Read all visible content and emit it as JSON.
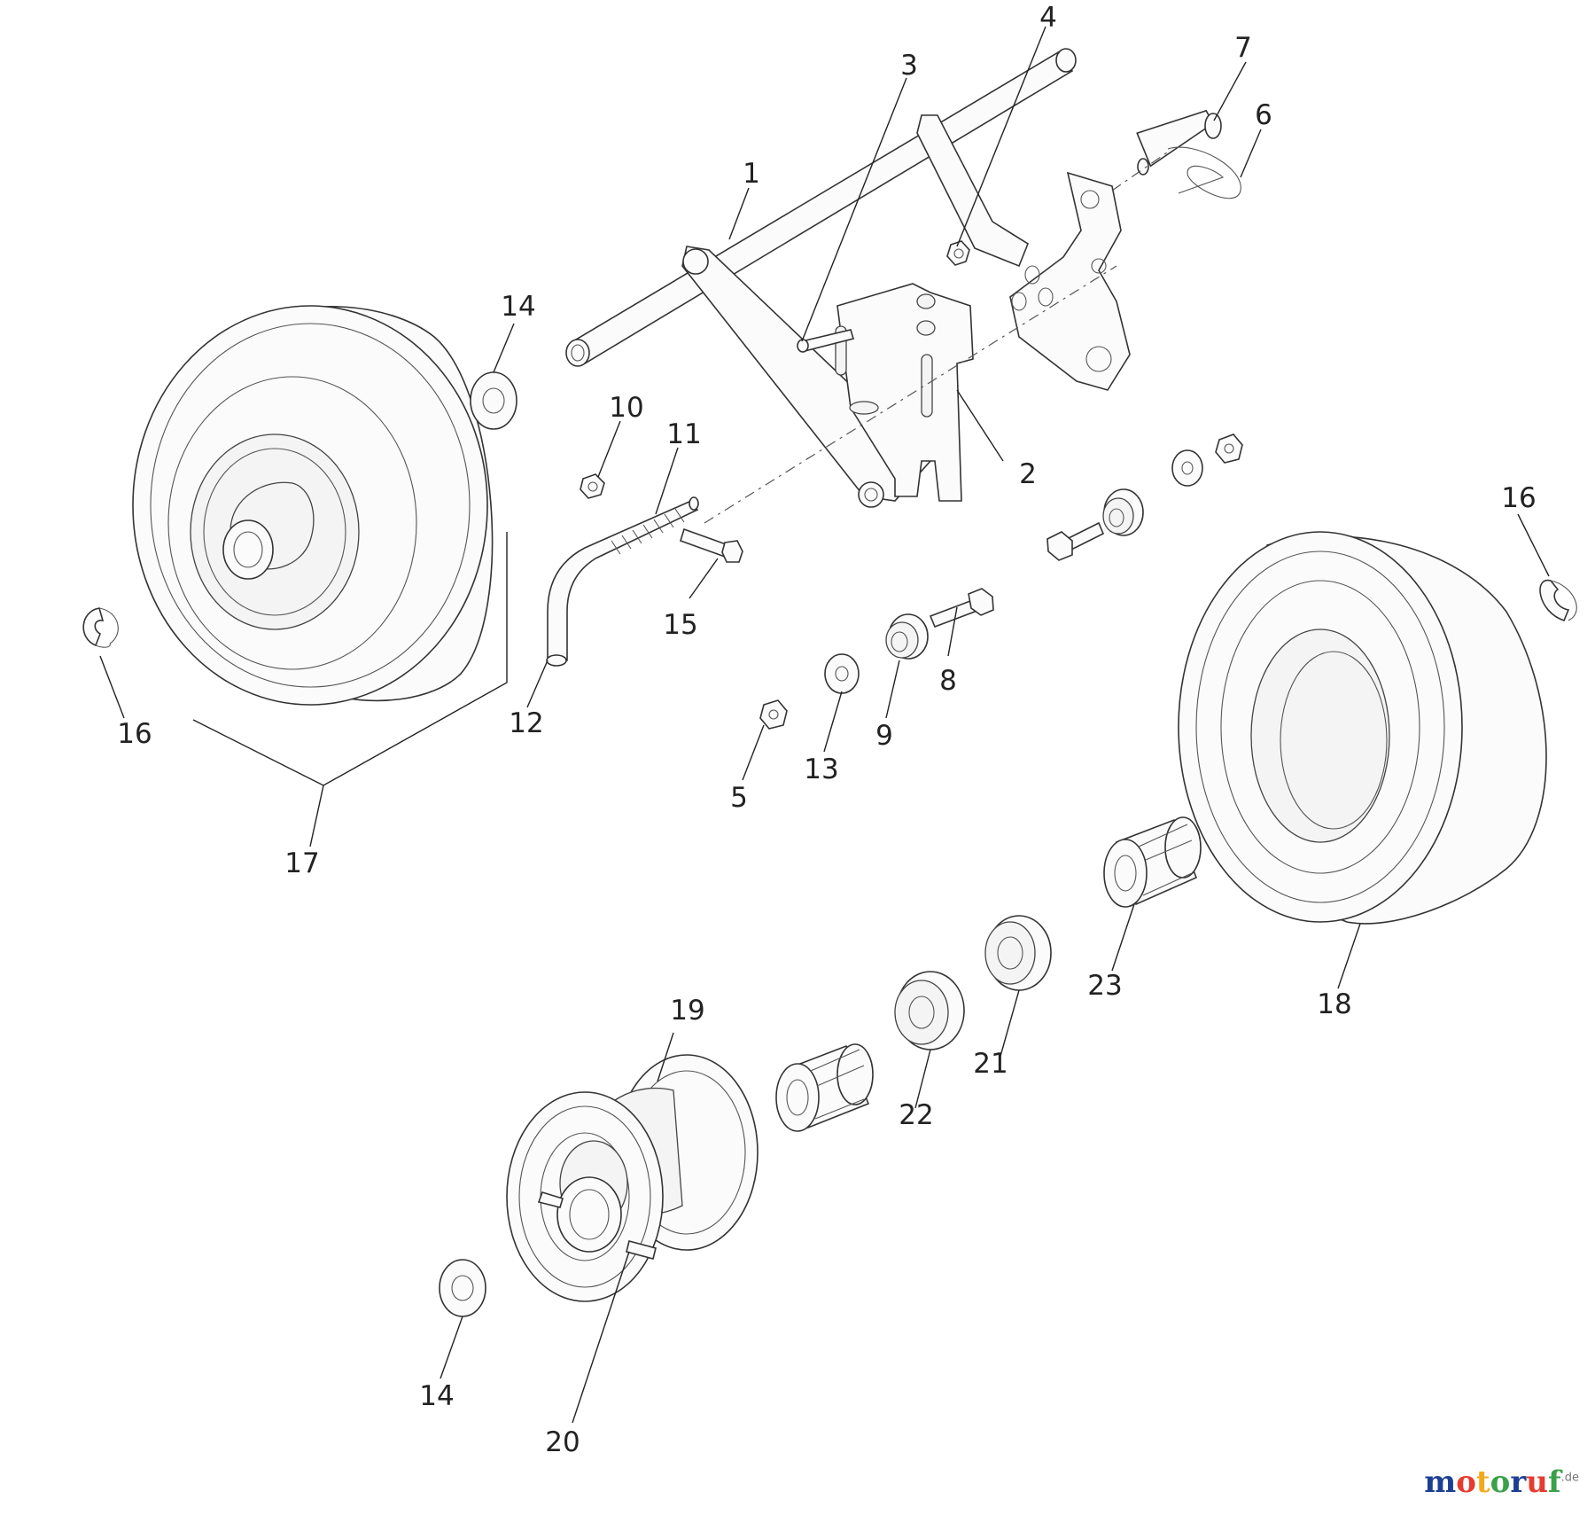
{
  "diagram": {
    "callouts": [
      {
        "id": "c1",
        "label": "1"
      },
      {
        "id": "c2",
        "label": "2"
      },
      {
        "id": "c3",
        "label": "3"
      },
      {
        "id": "c4",
        "label": "4"
      },
      {
        "id": "c5",
        "label": "5"
      },
      {
        "id": "c6",
        "label": "6"
      },
      {
        "id": "c7",
        "label": "7"
      },
      {
        "id": "c8",
        "label": "8"
      },
      {
        "id": "c9",
        "label": "9"
      },
      {
        "id": "c10",
        "label": "10"
      },
      {
        "id": "c11",
        "label": "11"
      },
      {
        "id": "c12",
        "label": "12"
      },
      {
        "id": "c13",
        "label": "13"
      },
      {
        "id": "c14a",
        "label": "14"
      },
      {
        "id": "c14b",
        "label": "14"
      },
      {
        "id": "c15",
        "label": "15"
      },
      {
        "id": "c16a",
        "label": "16"
      },
      {
        "id": "c16b",
        "label": "16"
      },
      {
        "id": "c17",
        "label": "17"
      },
      {
        "id": "c18",
        "label": "18"
      },
      {
        "id": "c19",
        "label": "19"
      },
      {
        "id": "c20",
        "label": "20"
      },
      {
        "id": "c21",
        "label": "21"
      },
      {
        "id": "c22",
        "label": "22"
      },
      {
        "id": "c23",
        "label": "23"
      }
    ]
  },
  "watermark": {
    "letters": [
      "m",
      "o",
      "t",
      "o",
      "r",
      "u",
      "f"
    ],
    "colors": [
      "#1c3f94",
      "#e63b2e",
      "#f4a81d",
      "#3aa14a",
      "#1c3f94",
      "#e63b2e",
      "#3aa14a"
    ],
    "suffix": ".de"
  }
}
